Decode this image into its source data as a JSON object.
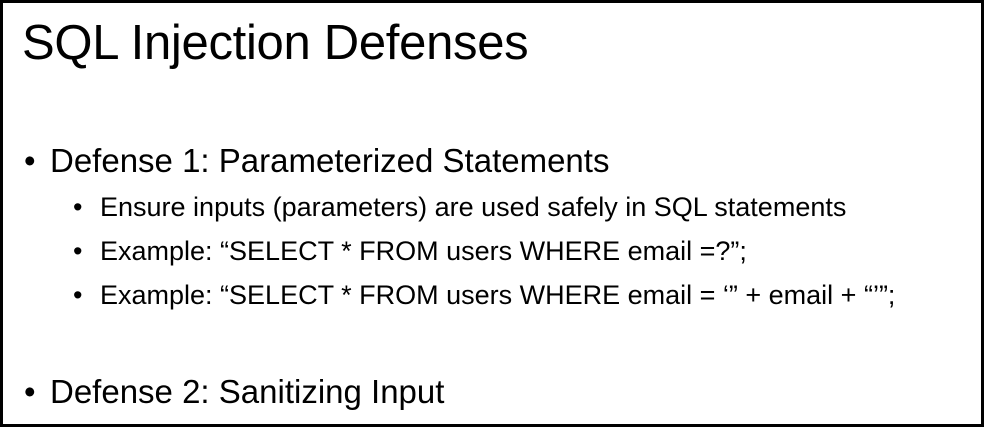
{
  "slide": {
    "title": "SQL Injection Defenses",
    "bullet_glyph": "•",
    "defense1": {
      "text": "Defense 1: Parameterized Statements",
      "sub": [
        "Ensure inputs (parameters) are used safely in SQL statements",
        "Example: “SELECT * FROM users WHERE email =?”;",
        "Example: “SELECT * FROM users WHERE email = ‘” + email + “’”;"
      ]
    },
    "defense2": {
      "text": "Defense 2: Sanitizing Input"
    }
  }
}
